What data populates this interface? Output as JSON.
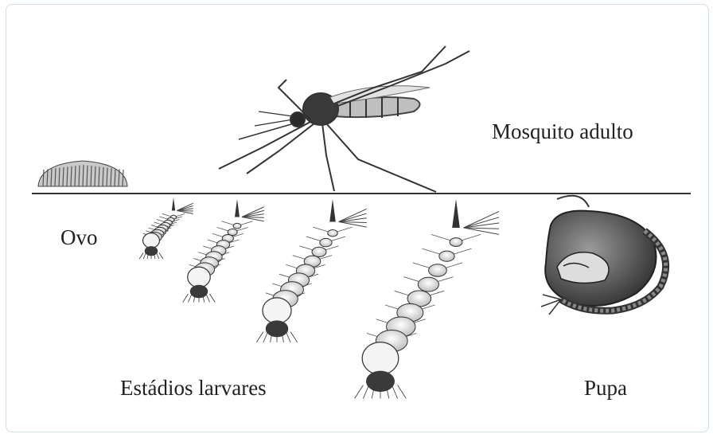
{
  "labels": {
    "adult": "Mosquito adulto",
    "egg": "Ovo",
    "larval_stages": "Estádios larvares",
    "pupa": "Pupa"
  },
  "icons": {
    "egg_raft": "egg-raft-icon",
    "adult": "adult-mosquito-icon",
    "larva": "larva-icon",
    "pupa": "pupa-icon"
  },
  "colors": {
    "ink": "#222222",
    "frame_border": "#cfe0e0",
    "background": "#ffffff"
  }
}
